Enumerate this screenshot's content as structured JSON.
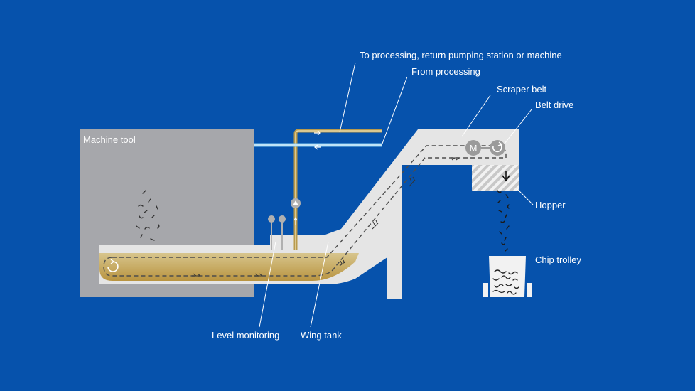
{
  "labels": {
    "machine_tool": "Machine tool",
    "to_processing": "To processing, return pumping station or machine",
    "from_processing": "From processing",
    "scraper_belt": "Scraper belt",
    "belt_drive": "Belt drive",
    "hopper": "Hopper",
    "chip_trolley": "Chip trolley",
    "level_monitoring": "Level monitoring",
    "wing_tank": "Wing tank"
  },
  "icons": {
    "motor": "M",
    "rotation": "rotation-arrow-icon",
    "drop_arrow": "arrow-down-icon",
    "flow_right": "arrow-right-icon",
    "flow_left": "arrow-left-icon"
  },
  "colors": {
    "background": "#0652ac",
    "machine": "#a6a7ab",
    "conveyor": "#e5e5e5",
    "coolant": "#c9a659",
    "pipe_supply": "#b99a4c",
    "pipe_return": "#7fc6ee",
    "belt_line": "#4d4d4d",
    "label": "#ffffff"
  }
}
